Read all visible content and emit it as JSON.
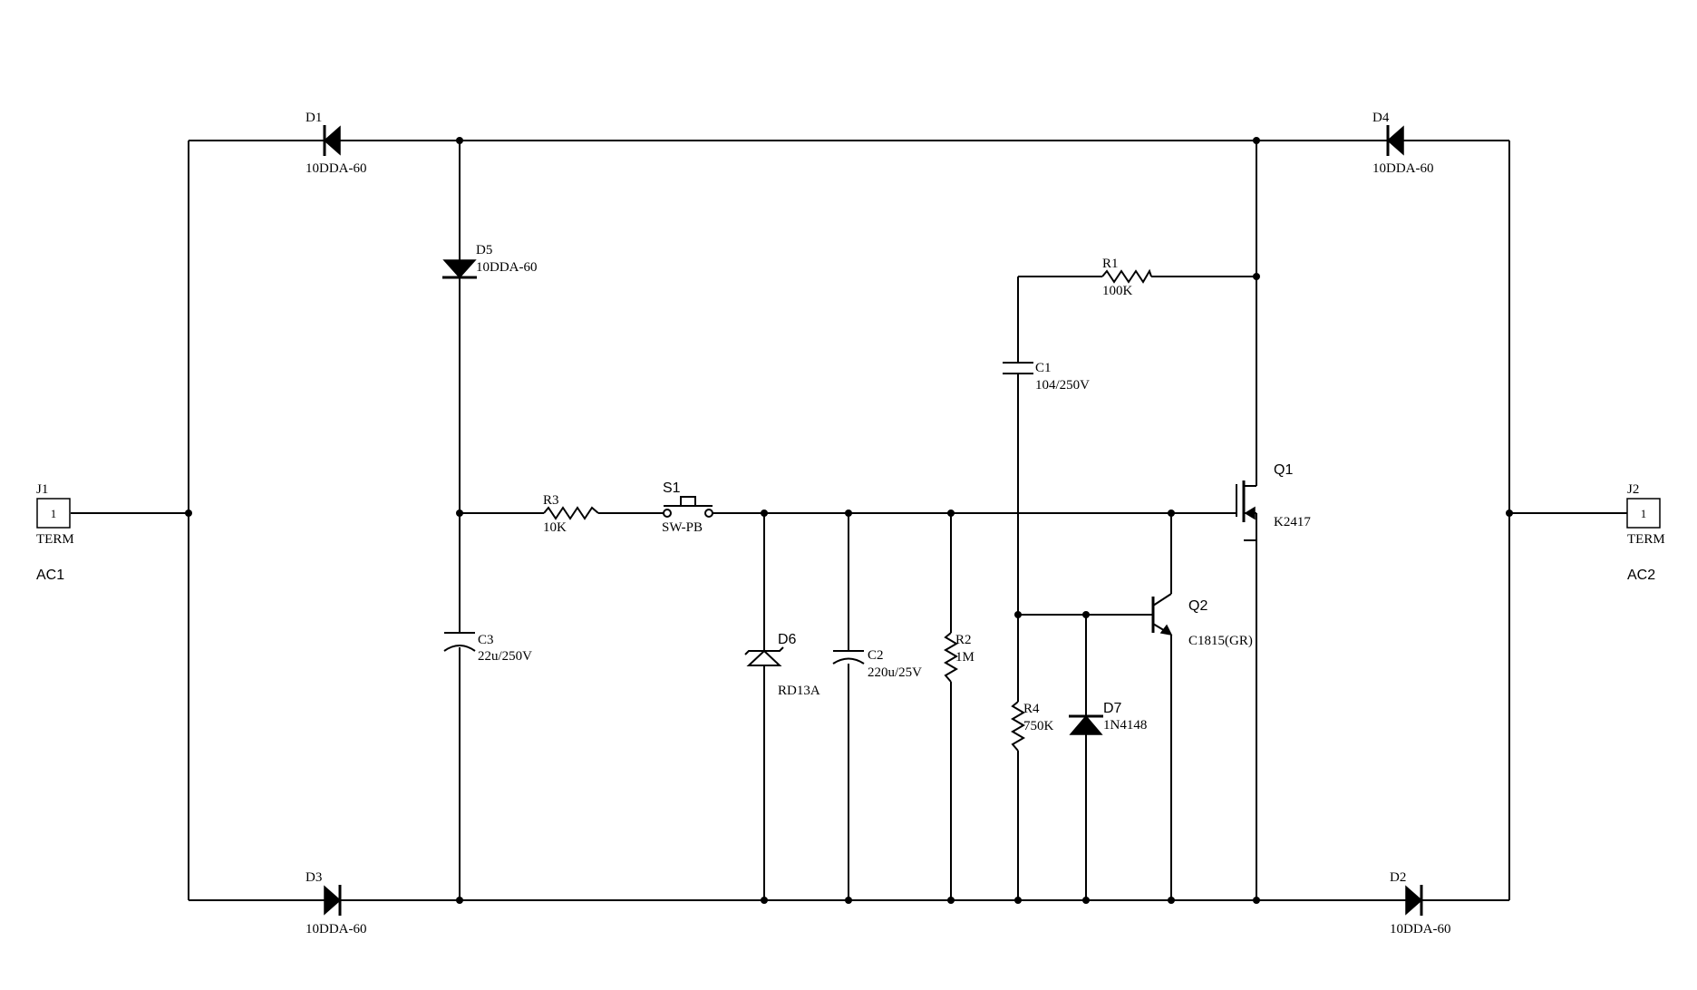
{
  "components": {
    "D1": {
      "ref": "D1",
      "value": "10DDA-60"
    },
    "D2": {
      "ref": "D2",
      "value": "10DDA-60"
    },
    "D3": {
      "ref": "D3",
      "value": "10DDA-60"
    },
    "D4": {
      "ref": "D4",
      "value": "10DDA-60"
    },
    "D5": {
      "ref": "D5",
      "value": "10DDA-60"
    },
    "D6": {
      "ref": "D6",
      "value": "RD13A"
    },
    "D7": {
      "ref": "D7",
      "value": "1N4148"
    },
    "R1": {
      "ref": "R1",
      "value": "100K"
    },
    "R2": {
      "ref": "R2",
      "value": "1M"
    },
    "R3": {
      "ref": "R3",
      "value": "10K"
    },
    "R4": {
      "ref": "R4",
      "value": "750K"
    },
    "C1": {
      "ref": "C1",
      "value": "104/250V"
    },
    "C2": {
      "ref": "C2",
      "value": "220u/25V"
    },
    "C3": {
      "ref": "C3",
      "value": "22u/250V"
    },
    "S1": {
      "ref": "S1",
      "value": "SW-PB"
    },
    "Q1": {
      "ref": "Q1",
      "value": "K2417"
    },
    "Q2": {
      "ref": "Q2",
      "value": "C1815(GR)"
    },
    "J1": {
      "ref": "J1",
      "value": "TERM",
      "pin": "1",
      "net": "AC1"
    },
    "J2": {
      "ref": "J2",
      "value": "TERM",
      "pin": "1",
      "net": "AC2"
    }
  }
}
